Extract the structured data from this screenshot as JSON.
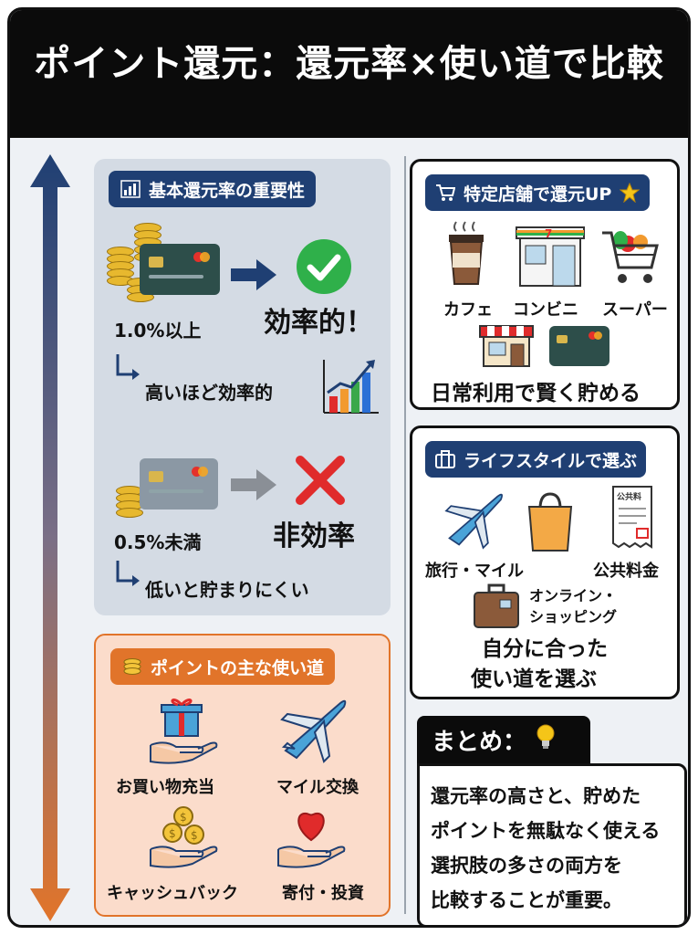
{
  "header": {
    "title": "ポイント還元：還元率×使い道で比較"
  },
  "basic": {
    "title": "基本還元率の重要性",
    "high_rate": "1.0%以上",
    "high_result": "効率的！",
    "high_note": "高いほど効率的",
    "low_rate": "0.5%未満",
    "low_result": "非効率",
    "low_note": "低いと貯まりにくい"
  },
  "uses": {
    "title": "ポイントの主な使い道",
    "items": [
      "お買い物充当",
      "マイル交換",
      "キャッシュバック",
      "寄付・投資"
    ]
  },
  "stores": {
    "title": "特定店舗で還元UP",
    "items": [
      "カフェ",
      "コンビニ",
      "スーパー"
    ],
    "caption": "日常利用で賢く貯める"
  },
  "lifestyle": {
    "title": "ライフスタイルで選ぶ",
    "items": [
      "旅行・マイル",
      "公共料金"
    ],
    "receipt_label": "公共料",
    "online_line1": "オンライン・",
    "online_line2": "ショッピング",
    "caption_line1": "自分に合った",
    "caption_line2": "使い道を選ぶ"
  },
  "summary": {
    "title": "まとめ：",
    "lines": [
      "還元率の高さと、貯めた",
      "ポイントを無駄なく使える",
      "選択肢の多さの両方を",
      "比較することが重要。"
    ]
  },
  "colors": {
    "navy": "#1f3f73",
    "orange": "#e1742a",
    "green": "#2fb04a",
    "red": "#e02b2b"
  },
  "icons": [
    "bar-chart-icon",
    "check-icon",
    "cross-icon",
    "trend-chart-icon",
    "coins-icon",
    "credit-card-icon",
    "cart-icon",
    "star-icon",
    "coffee-icon",
    "store-icon",
    "shopping-cart-icon",
    "shop-icon",
    "suitcase-icon",
    "airplane-icon",
    "shopping-bag-icon",
    "receipt-icon",
    "gift-icon",
    "heart-icon",
    "lightbulb-icon"
  ]
}
